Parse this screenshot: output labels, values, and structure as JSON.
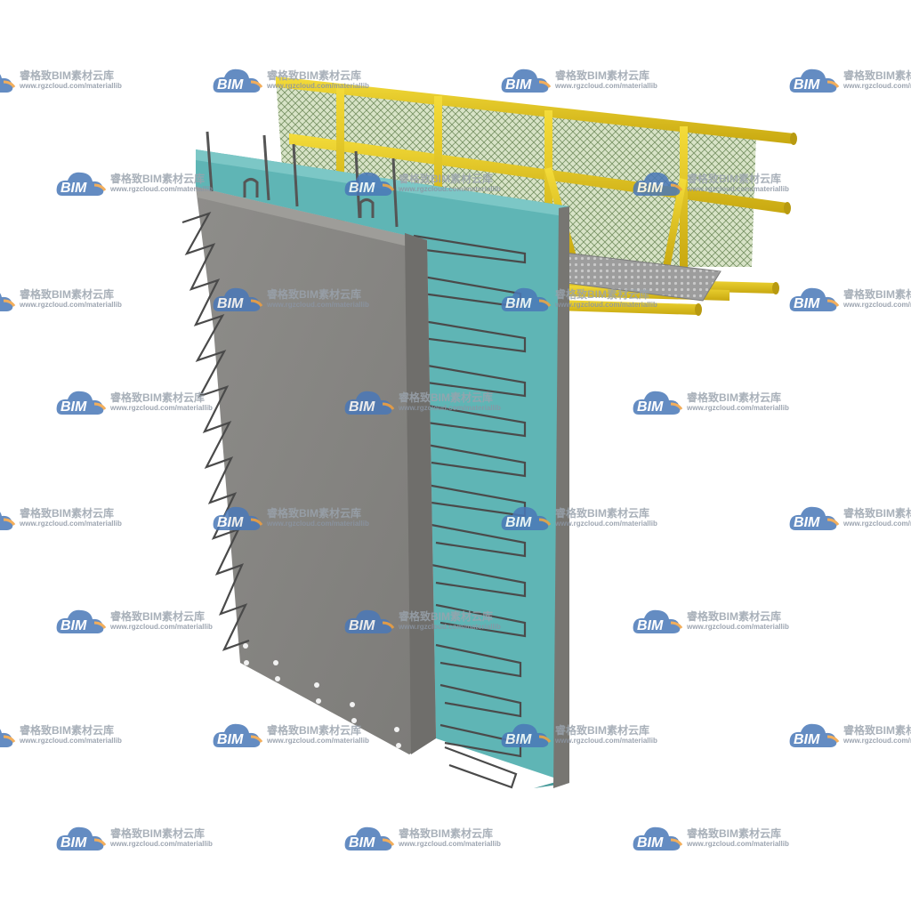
{
  "watermark": {
    "brand_text": "睿格致BIM素材云库",
    "url_text": "www.rgzcloud.com/materiallib",
    "logo_text": "BIM",
    "logo_color": "#4a78b8",
    "accent_color": "#f0a040"
  },
  "scene": {
    "subject": "precast-sandwich-wall-panel",
    "colors": {
      "concrete": "#8a8a88",
      "insulation": "#5fb5b5",
      "railing": "#e8c820",
      "mesh": "#c8d8b0",
      "steel": "#555555",
      "platform": "#9a9a9a"
    }
  }
}
